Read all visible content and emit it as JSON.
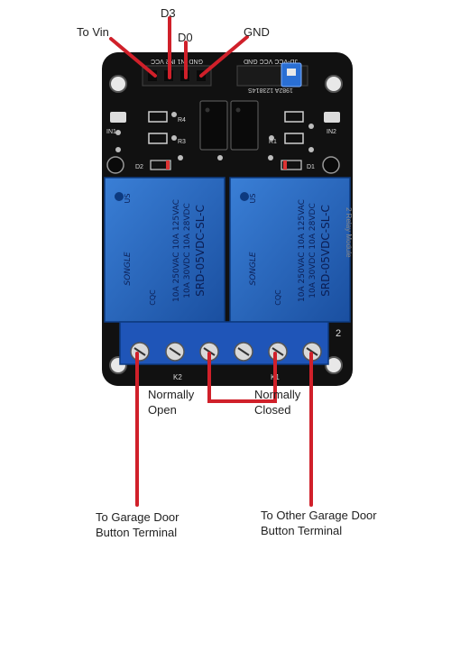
{
  "labels": {
    "to_vin": "To Vin",
    "d3": "D3",
    "d0": "D0",
    "gnd": "GND",
    "normally_open_1": "Normally",
    "normally_open_2": "Open",
    "normally_closed_1": "Normally",
    "normally_closed_2": "Closed",
    "garage_left_1": "To Garage Door",
    "garage_left_2": "Button Terminal",
    "garage_right_1": "To Other Garage Door",
    "garage_right_2": "Button Terminal"
  },
  "board": {
    "pin_header": "GND IN1 IN2 VCC",
    "jd_header": "JD-VCC VCC GND",
    "opto_code": "1982A 123814S",
    "relay_brand": "SONGLE",
    "relay_model": "SRD-05VDC-SL-C",
    "relay_spec1": "10A 250VAC 10A 125VAC",
    "relay_spec2": "10A 30VDC 10A 28VDC",
    "relay_cert": "CQC",
    "relay_ul": "US",
    "silk_r4": "R4",
    "silk_r3": "R3",
    "silk_r1": "R1",
    "silk_d2": "D2",
    "silk_d1": "D1",
    "silk_in1": "IN1",
    "silk_in2": "IN2",
    "silk_k1": "K1",
    "silk_k2": "K2",
    "silk_2": "2",
    "side_text": "2 Relay Module"
  },
  "colors": {
    "wire": "#d0202a",
    "board": "#111111",
    "relay": "#1d5fb8",
    "terminal": "#1f55b8"
  }
}
